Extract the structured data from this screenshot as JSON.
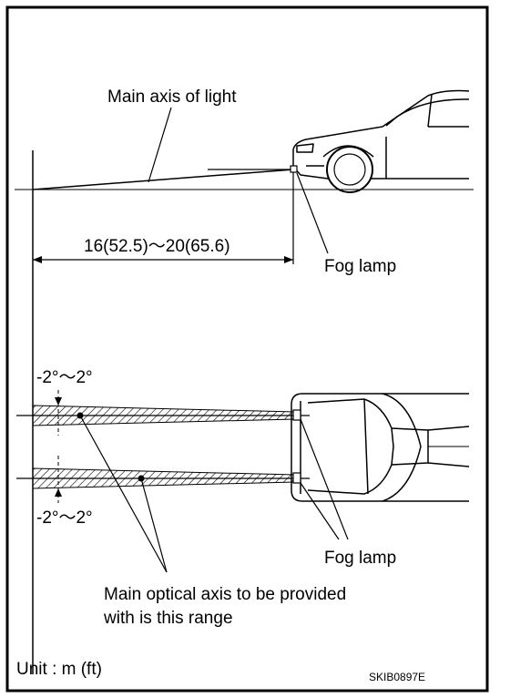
{
  "labels": {
    "main_axis": "Main axis of light",
    "distance": "16(52.5)～20(65.6)",
    "fog_lamp_top": "Fog lamp",
    "angle_top": "-2°～2°",
    "angle_bottom": "-2°～2°",
    "fog_lamp_bottom": "Fog lamp",
    "optical_axis_line1": "Main optical axis to be provided",
    "optical_axis_line2": "with is this range",
    "unit": "Unit : m (ft)",
    "figure_code": "SKIB0897E"
  },
  "colors": {
    "ink": "#000000",
    "paper": "#ffffff"
  }
}
